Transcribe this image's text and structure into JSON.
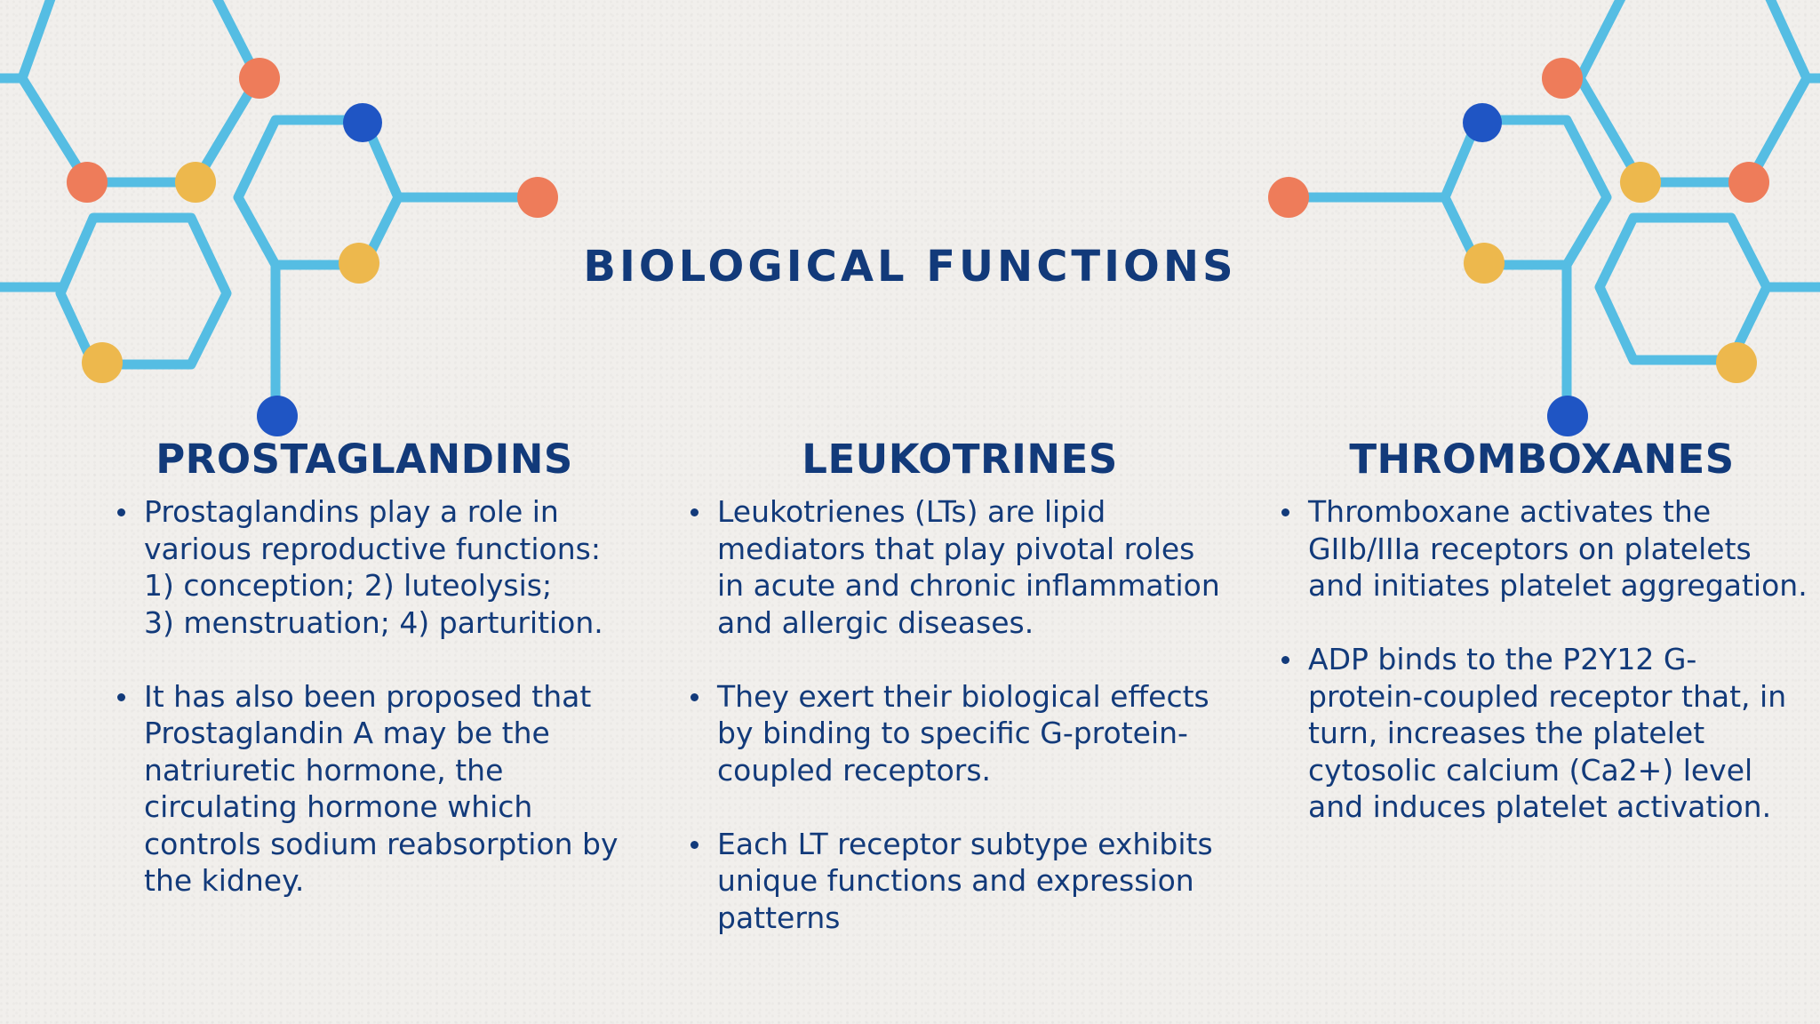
{
  "title": "BIOLOGICAL FUNCTIONS",
  "colors": {
    "background": "#f1efec",
    "text": "#123a7a",
    "line": "#55bde3",
    "node_orange": "#ee7c5a",
    "node_yellow": "#edb84d",
    "node_blue": "#1f55c4"
  },
  "columns": [
    {
      "heading": "PROSTAGLANDINS",
      "bullets": [
        "Prostaglandins play a role in\nvarious reproductive functions:\n 1) conception;       2) luteolysis;\n 3) menstruation;  4) parturition.",
        "It has also been proposed that\nProstaglandin A may be the\nnatriuretic hormone, the\ncirculating hormone which\ncontrols sodium reabsorption by\nthe kidney."
      ]
    },
    {
      "heading": "LEUKOTRINES",
      "bullets": [
        "Leukotrienes (LTs) are lipid\nmediators that play pivotal roles\nin acute and chronic inflammation\nand allergic diseases.",
        "They exert their biological effects\nby binding to specific G-protein-\ncoupled receptors.",
        "Each LT receptor subtype exhibits\nunique functions and expression\npatterns"
      ]
    },
    {
      "heading": "THROMBOXANES",
      "bullets": [
        "Thromboxane activates the\nGIIb/IIIa receptors on platelets\nand initiates platelet aggregation.",
        "ADP binds to the P2Y12 G-\nprotein-coupled receptor that, in\nturn, increases the platelet\ncytosolic calcium (Ca2+) level\nand induces platelet activation."
      ]
    }
  ]
}
